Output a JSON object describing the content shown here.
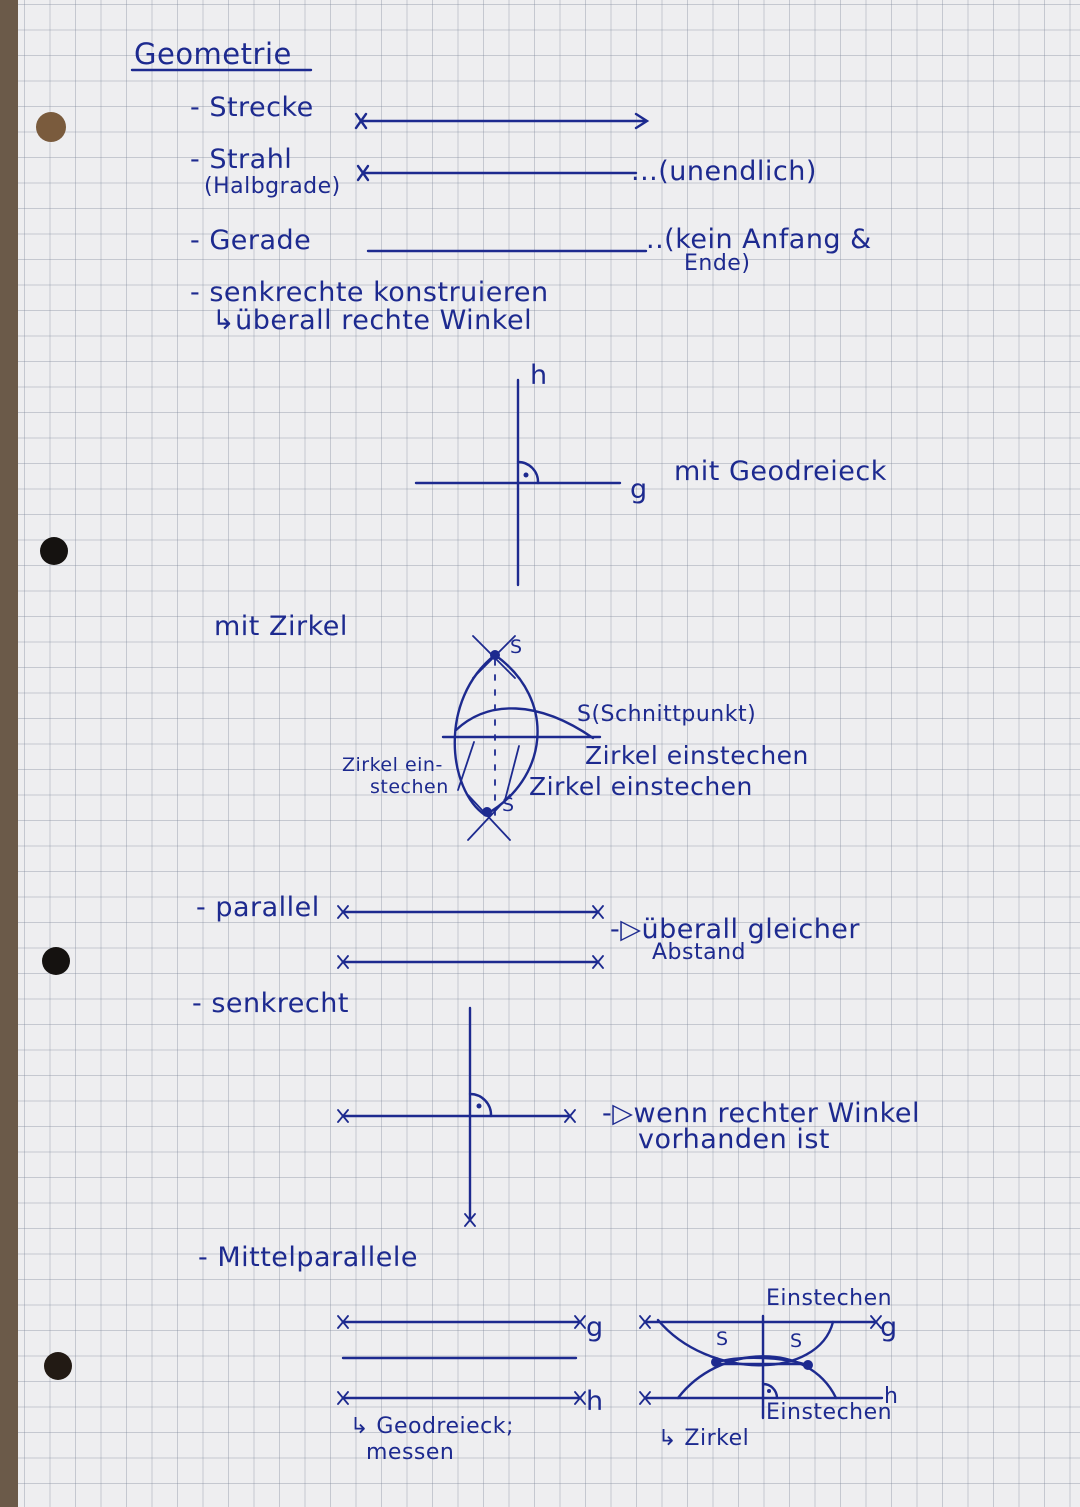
{
  "title": "Geometrie",
  "lines_section": {
    "strecke": "- Strecke",
    "strahl_1": "- Strahl",
    "strahl_2": "(Halbgrade)",
    "strahl_note": "...(unendlich)",
    "gerade": "- Gerade",
    "gerade_note_1": "..(kein Anfang &",
    "gerade_note_2": "Ende)",
    "senkrecht_1": "- senkrechte konstruieren",
    "senkrecht_2": "↳überall rechte Winkel"
  },
  "geodreieck": {
    "label_h": "h",
    "label_g": "g",
    "note": "mit Geodreieck"
  },
  "zirkel": {
    "heading": "mit Zirkel",
    "label_s_top": "S",
    "label_s_bottom": "S",
    "note_schnittpunkt": "S(Schnittpunkt)",
    "note_einstechen_1": "Zirkel einstechen",
    "note_einstechen_2": "Zirkel einstechen",
    "left_label_1": "Zirkel ein-",
    "left_label_2": "stechen"
  },
  "parallel": {
    "label": "- parallel",
    "note_1": "-▷überall gleicher",
    "note_2": "Abstand"
  },
  "senkrecht": {
    "label": "- senkrecht",
    "note_1": "-▷wenn rechter Winkel",
    "note_2": "vorhanden ist"
  },
  "mittelparallele": {
    "label": "- Mittelparallele",
    "label_g": "g",
    "label_h": "h",
    "note_left_1": "↳ Geodreieck;",
    "note_left_2": "messen",
    "einstechen_top": "Einstechen",
    "einstechen_bottom": "Einstechen",
    "label_g_right": "g",
    "label_h_right": "h",
    "label_s_left": "S",
    "label_s_right": "S",
    "note_zirkel": "↳ Zirkel"
  },
  "colors": {
    "ink": "#1d2a8f",
    "paper": "#eeeef0",
    "grid": "#8a93a6"
  }
}
